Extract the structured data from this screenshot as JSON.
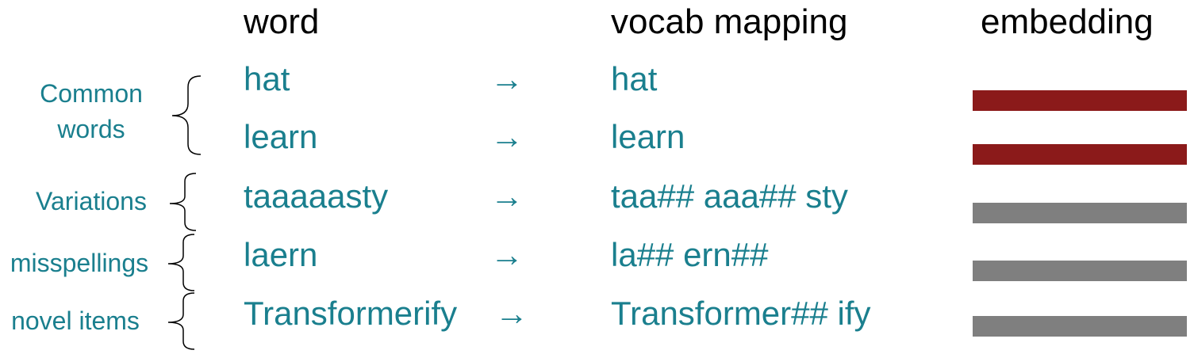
{
  "headers": {
    "word": "word",
    "mapping": "vocab mapping",
    "embedding": "embedding"
  },
  "arrow_symbol": "→",
  "rows": [
    {
      "word": "hat",
      "mapping": "hat",
      "embedding": "known"
    },
    {
      "word": "learn",
      "mapping": "learn",
      "embedding": "known"
    },
    {
      "word": "taaaaasty",
      "mapping": "taa## aaa## sty",
      "embedding": "unknown"
    },
    {
      "word": "laern",
      "mapping": "la## ern##",
      "embedding": "unknown"
    },
    {
      "word": "Transformerify",
      "mapping": "Transformer## ify",
      "embedding": "unknown"
    }
  ],
  "groups": {
    "common_line1": "Common",
    "common_line2": "words",
    "variations": "Variations",
    "misspellings": "misspellings",
    "novel": "novel items"
  },
  "colors": {
    "text": "#1a7f8e",
    "known_embedding": "#8b1a1a",
    "unknown_embedding": "#7f7f7f",
    "header": "#000000"
  }
}
